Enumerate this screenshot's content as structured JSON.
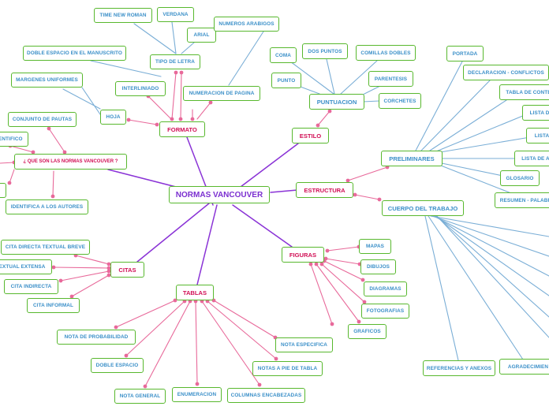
{
  "colors": {
    "center_link": "#8a33d6",
    "pink_link": "#e8699a",
    "blue_link": "#7aaed6",
    "node_border": "#58b82e",
    "center_text": "#7b2fd0",
    "topic_text": "#d10f55",
    "leaf_text": "#3a8fc8"
  },
  "map": {
    "center": "NORMAS VANCOUVER",
    "formato": {
      "label": "FORMATO",
      "hoja": "HOJA",
      "hoja_items": [
        "DOBLE ESPACIO EN EL MANUSCRITO",
        "MARGENES UNIFORMES"
      ],
      "tipo_letra": "TIPO DE LETRA",
      "tipo_letra_items": [
        "TIME NEW ROMAN",
        "VERDANA",
        "ARIAL"
      ],
      "interlineado": "INTERLINIADO",
      "numeracion": "NUMERACION DE PAGINA",
      "numeracion_items": [
        "NUMEROS ARABIGOS"
      ]
    },
    "que_son": {
      "label": "¿ QUE SON LAS NORMAS VANCOUVER ?",
      "items": [
        "CONJUNTO DE PAUTAS",
        "CIENTIFICO",
        "IDENTIFICA A LOS AUTORES"
      ]
    },
    "estilo": {
      "label": "ESTILO",
      "puntuacion": "PUNTUACION",
      "puntuacion_items": [
        "COMA",
        "DOS PUNTOS",
        "COMILLAS DOBLES",
        "PUNTO",
        "PARENTESIS",
        "CORCHETES"
      ]
    },
    "estructura": {
      "label": "ESTRUCTURA",
      "preliminares": "PRELIMINARES",
      "preliminares_items": [
        "PORTADA",
        "DECLARACION - CONFLICTOS",
        "TABLA DE CONTE",
        "LISTA D",
        "LISTA",
        "LISTA DE A",
        "GLOSARIO",
        "RESUMEN - PALABR"
      ],
      "cuerpo": "CUERPO DEL TRABAJO",
      "cuerpo_items": [
        "REFERENCIAS Y ANEXOS",
        "AGRADECIMIEN"
      ]
    },
    "figuras": {
      "label": "FIGURAS",
      "items": [
        "MAPAS",
        "DIBUJOS",
        "DIAGRAMAS",
        "FOTOGRAFIAS",
        "GRAFICOS"
      ]
    },
    "citas": {
      "label": "CITAS",
      "items": [
        "CITA DIRECTA TEXTUAL BREVE",
        "TEXTUAL EXTENSA",
        "CITA INDIRECTA",
        "CITA INFORMAL"
      ]
    },
    "tablas": {
      "label": "TABLAS",
      "items": [
        "NOTA DE PROBABILIDAD",
        "DOBLE ESPACIO",
        "NOTA GENERAL",
        "ENUMERACION",
        "COLUMNAS ENCABEZADAS",
        "NOTAS A PIE DE TABLA",
        "NOTA ESPECIFICA"
      ]
    }
  }
}
